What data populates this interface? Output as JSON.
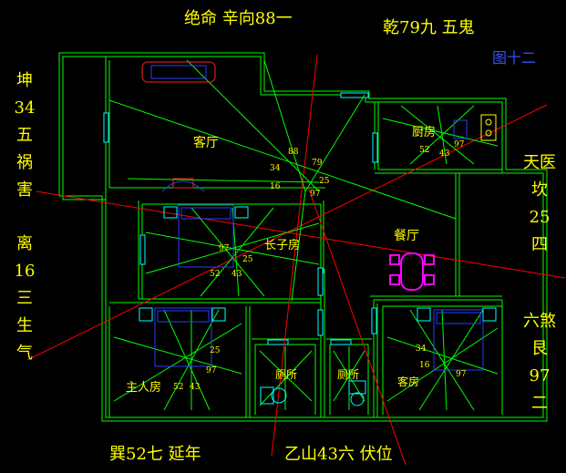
{
  "header": {
    "facing": "绝命 辛向88一",
    "northwest": "乾79九 五鬼",
    "figure_no": "图十二"
  },
  "left_labels": [
    {
      "lines": [
        "坤",
        "34",
        "五",
        "祸害"
      ]
    },
    {
      "lines": [
        "离",
        "16",
        "三",
        "生气"
      ]
    }
  ],
  "right_labels": [
    {
      "lines": [
        "天医",
        "坎",
        "25",
        "四"
      ]
    },
    {
      "lines": [
        "六煞",
        "艮",
        "97",
        "二"
      ]
    }
  ],
  "footer": {
    "left": "巽52七 延年",
    "center": "乙山43六 伏位"
  },
  "rooms": {
    "living": "客厅",
    "kitchen": "厨房",
    "eldest_son": "长子房",
    "dining": "餐厅",
    "master": "主人房",
    "guest": "客房",
    "bath_left": "厕所",
    "bath_right": "厕所"
  },
  "center_numbers": [
    "88",
    "79",
    "34",
    "25",
    "16",
    "97",
    "52",
    "43"
  ],
  "colors": {
    "background": "#000000",
    "walls": "#00ff00",
    "text": "#ffff00",
    "figure_no": "#3050ff",
    "furniture": "#2a3cff",
    "red_lines": "#ff0000",
    "doors": "#00ffff",
    "dining_table": "#ff00ff"
  }
}
